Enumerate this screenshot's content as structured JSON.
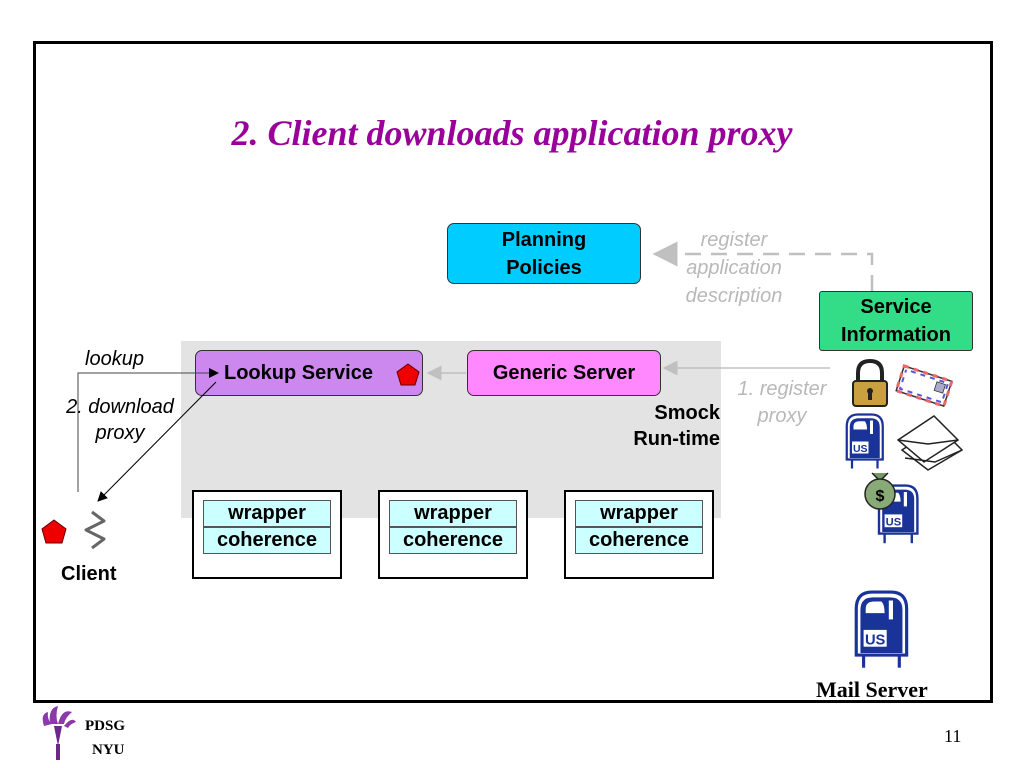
{
  "slide": {
    "title": "2. Client downloads application proxy",
    "page_number": "11"
  },
  "boxes": {
    "planning": "Planning Policies",
    "service_info": "Service Information",
    "lookup": "Lookup Service",
    "generic": "Generic Server"
  },
  "labels": {
    "register_app": [
      "register",
      "application",
      "description"
    ],
    "register_proxy": [
      "1. register",
      "proxy"
    ],
    "lookup": "lookup",
    "download": [
      "2. download",
      "proxy"
    ],
    "runtime": [
      "Smock",
      "Run-time"
    ],
    "client": "Client",
    "mail_server": "Mail Server"
  },
  "containers": [
    {
      "top": "wrapper",
      "bottom": "coherence"
    },
    {
      "top": "wrapper",
      "bottom": "coherence"
    },
    {
      "top": "wrapper",
      "bottom": "coherence"
    }
  ],
  "footer": {
    "org": "PDSG",
    "univ": "NYU"
  },
  "icons": [
    "padlock-icon",
    "envelope-icon",
    "mailbox-icon",
    "letters-icon",
    "money-bag-icon",
    "torch-logo-icon",
    "proxy-pentagon-icon",
    "client-squiggle-icon"
  ],
  "colors": {
    "title": "#990099",
    "planning": "#00ccff",
    "service_info": "#33dd88",
    "lookup": "#cc88ee",
    "generic": "#ff88ff",
    "runtime_bg": "#e3e3e3",
    "wrapper_fill": "#ccffff",
    "proxy": "#ee0000",
    "mailbox": "#1a3399"
  }
}
